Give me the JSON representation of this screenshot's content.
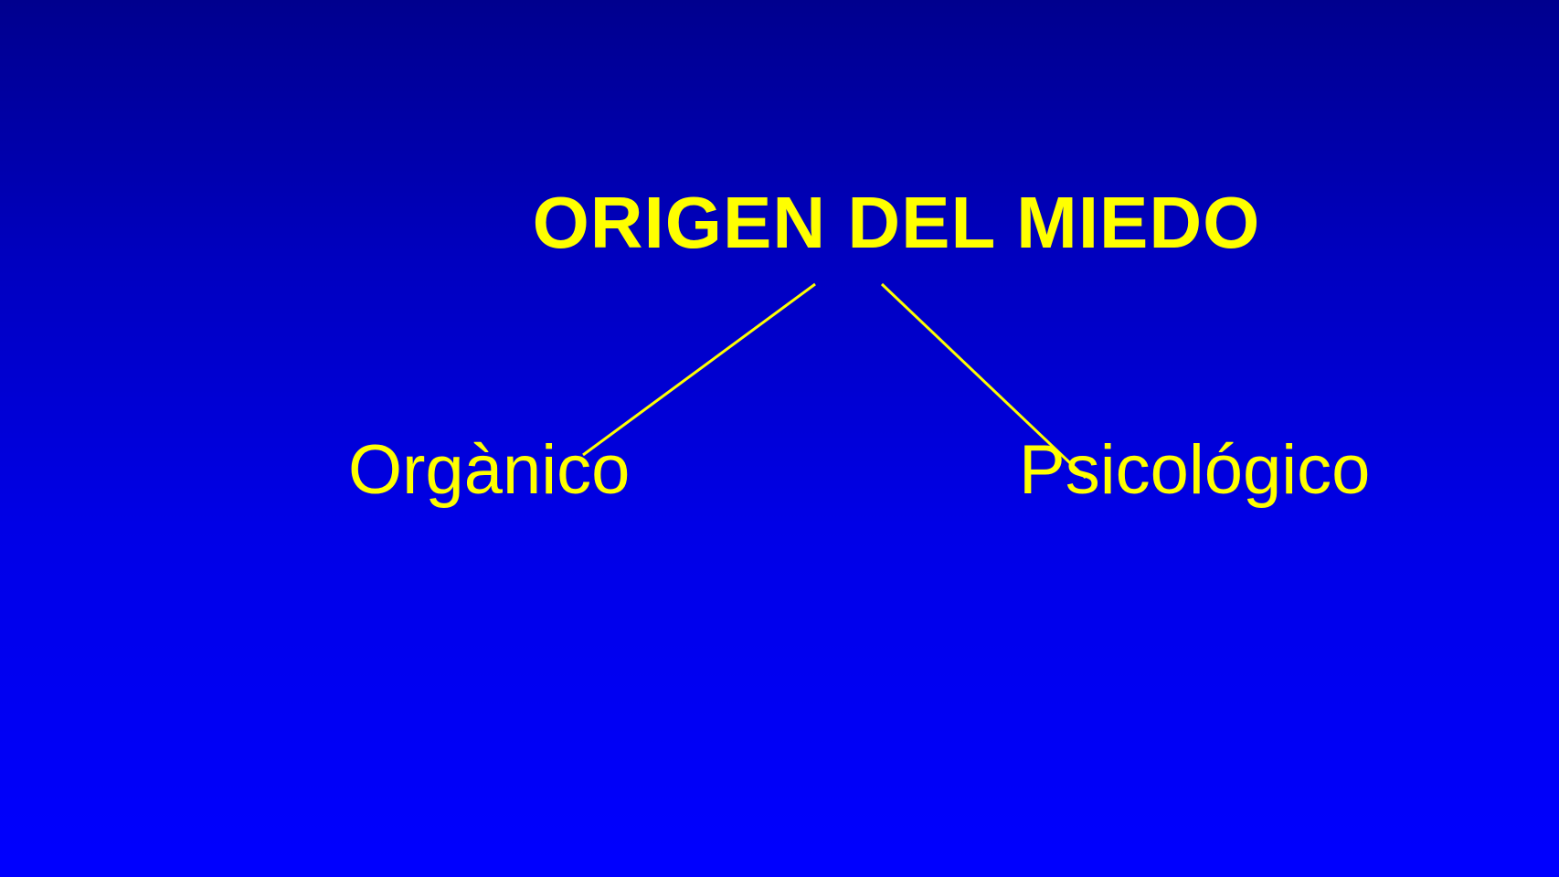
{
  "diagram": {
    "title": "ORIGEN DEL MIEDO",
    "branches": [
      {
        "label": "Orgànico"
      },
      {
        "label": "Psicológico"
      }
    ]
  },
  "colors": {
    "background_top": "#00008e",
    "background_bottom": "#0000ff",
    "text": "#ffff00",
    "connector": "#ffff00"
  }
}
